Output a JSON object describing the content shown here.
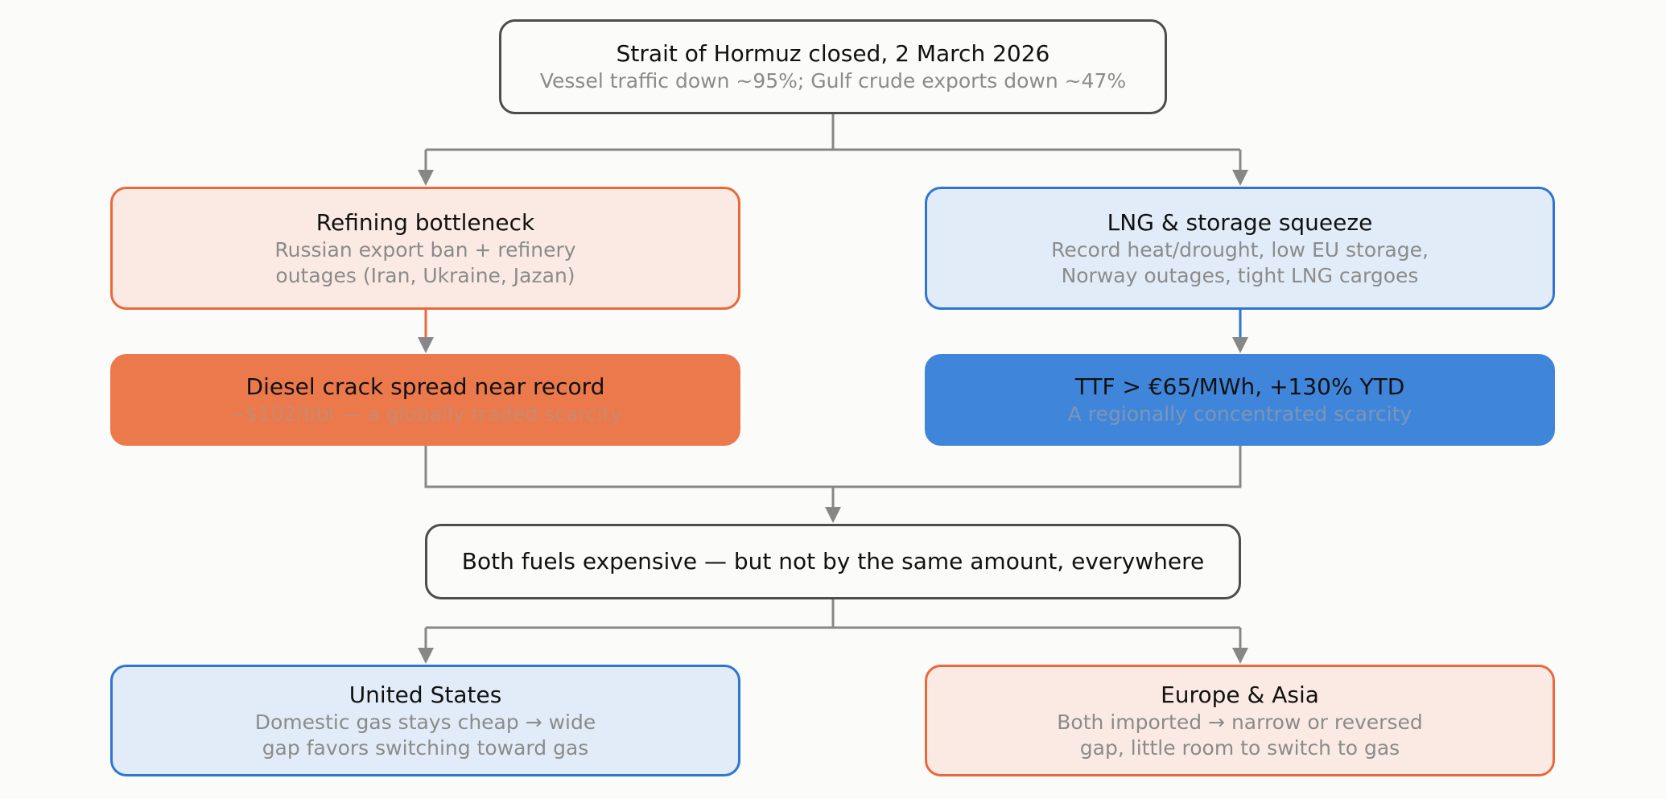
{
  "root": {
    "title": "Strait of Hormuz closed, 2 March 2026",
    "subtitle": "Vessel traffic down ~95%; Gulf crude exports down ~47%"
  },
  "refining": {
    "title": "Refining bottleneck",
    "subtitle": "Russian export ban + refinery\noutages (Iran, Ukraine, Jazan)"
  },
  "lng": {
    "title": "LNG & storage squeeze",
    "subtitle": "Record heat/drought, low EU storage,\nNorway outages, tight LNG cargoes"
  },
  "diesel": {
    "title": "Diesel crack spread near record",
    "subtitle": "~$102/bbl — a globally traded scarcity"
  },
  "ttf": {
    "title": "TTF > €65/MWh, +130% YTD",
    "subtitle": "A regionally concentrated scarcity"
  },
  "both": {
    "title": "Both fuels expensive — but not by the same amount, everywhere"
  },
  "us": {
    "title": "United States",
    "subtitle": "Domestic gas stays cheap → wide\ngap favors switching toward gas"
  },
  "europe_asia": {
    "title": "Europe & Asia",
    "subtitle": "Both imported → narrow or reversed\ngap, little room to switch to gas"
  },
  "colors": {
    "orange": "#e8693a",
    "blue": "#2e76d2",
    "connector": "#878787",
    "neutral_border": "#4d4d4d"
  }
}
